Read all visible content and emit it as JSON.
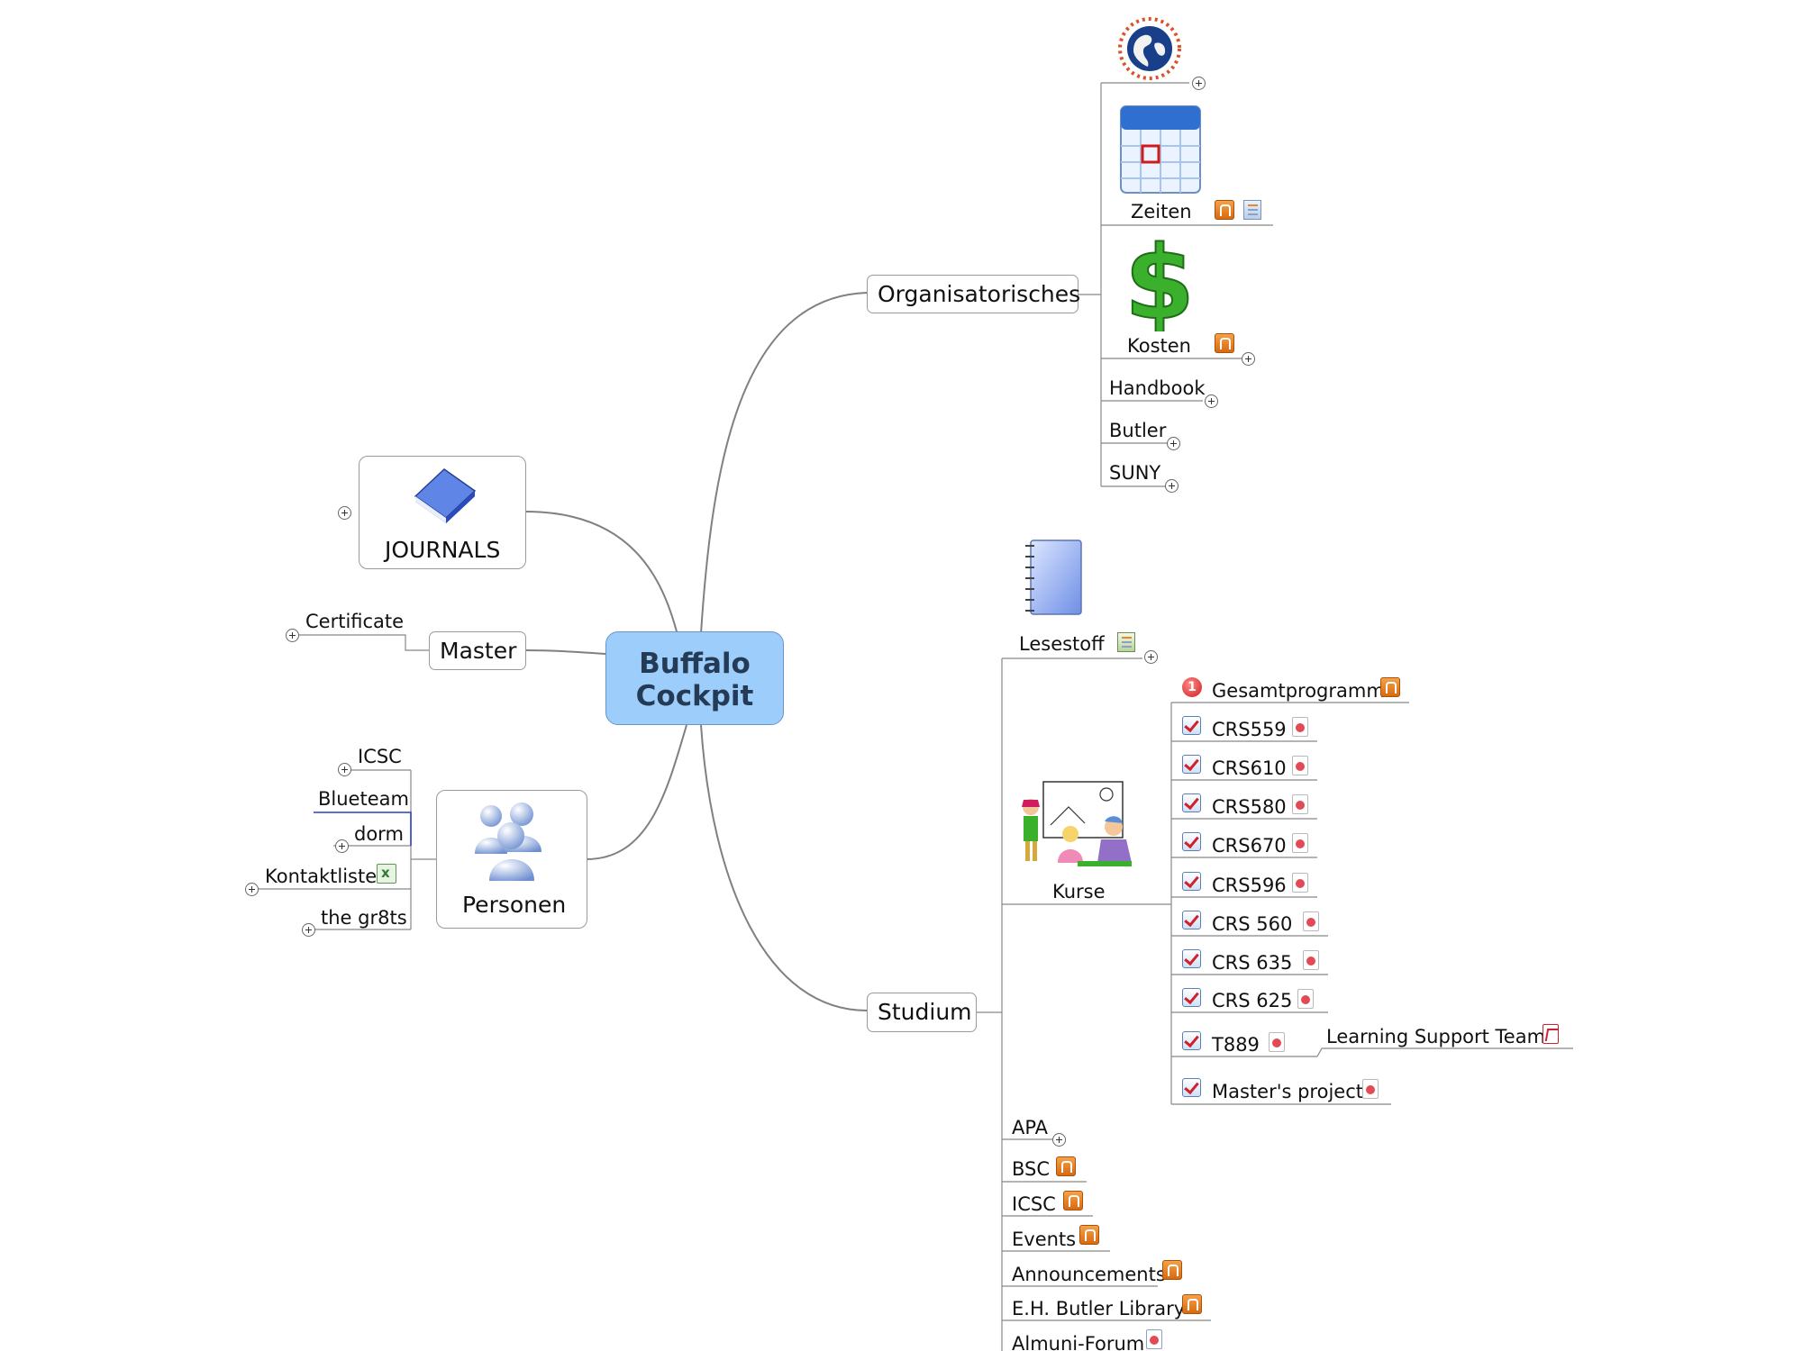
{
  "central": {
    "line1": "Buffalo",
    "line2": "Cockpit"
  },
  "organisatorisches": {
    "label": "Organisatorisches",
    "children": {
      "web": "",
      "zeiten": "Zeiten",
      "kosten": "Kosten",
      "handbook": "Handbook",
      "butler": "Butler",
      "suny": "SUNY"
    }
  },
  "studium": {
    "label": "Studium",
    "lesestoff": "Lesestoff",
    "kurse": {
      "label": "Kurse",
      "items": {
        "gesamtprogramm": "Gesamtprogramm",
        "priority": "1",
        "crs559": "CRS559",
        "crs610": "CRS610",
        "crs580": "CRS580",
        "crs670": "CRS670",
        "crs596": "CRS596",
        "crs560": "CRS 560",
        "crs635": "CRS 635",
        "crs625": "CRS 625",
        "t889": "T889",
        "learning_support_team": "Learning Support Team",
        "masters_project": "Master's project"
      }
    },
    "links": {
      "apa": "APA",
      "bsc": "BSC",
      "icsc": "ICSC",
      "events": "Events",
      "announcements": "Announcements",
      "butler_library": "E.H. Butler Library",
      "alumni": "Almuni-Forum"
    }
  },
  "journals": {
    "label": "JOURNALS"
  },
  "master": {
    "label": "Master",
    "certificate": "Certificate"
  },
  "personen": {
    "label": "Personen",
    "items": {
      "icsc": "ICSC",
      "blueteam": "Blueteam",
      "dorm": "dorm",
      "kontaktliste": "Kontaktliste",
      "gr8ts": "the gr8ts"
    }
  },
  "colors": {
    "central_fill": "#9dcdfb",
    "central_text": "#243a55",
    "connector": "#808080",
    "blueteam_line": "#2b3fbf"
  }
}
